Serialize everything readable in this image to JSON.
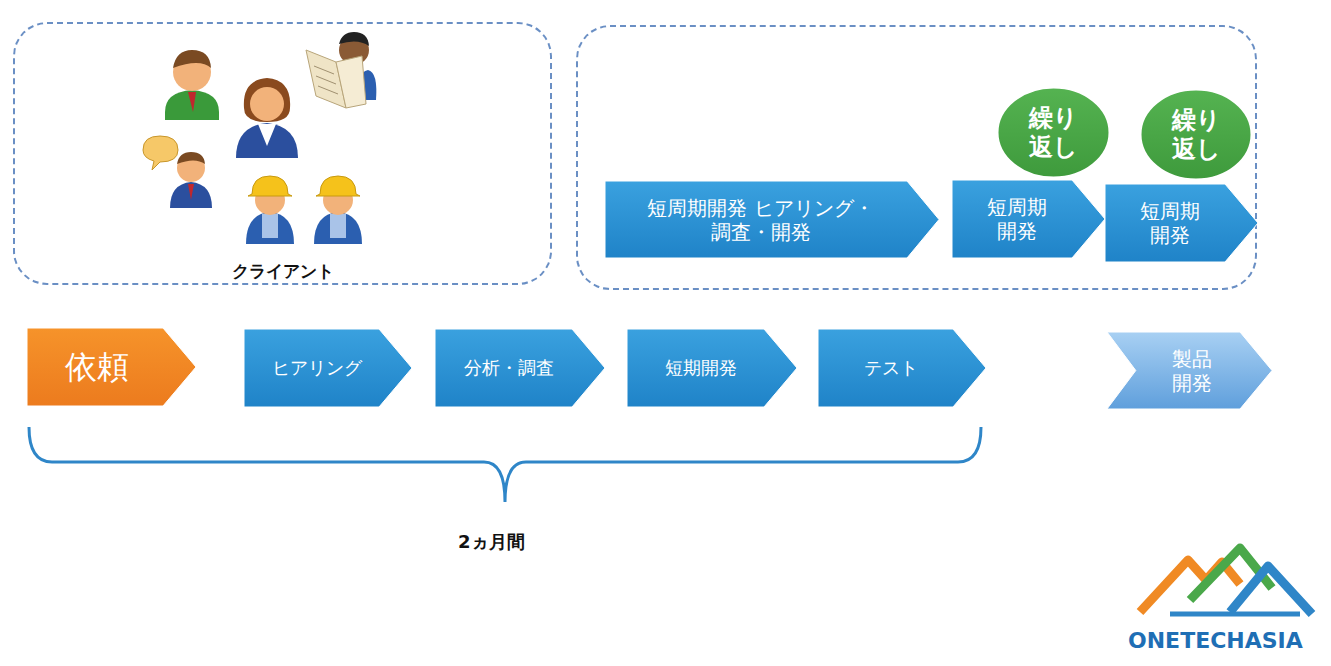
{
  "diagram": {
    "nodes": [
      {
        "text": [
          "クライアント"
        ]
      },
      {
        "text": []
      },
      {
        "text": [
          "短周期開発 ヒアリング・調査・開発"
        ],
        "in": 1
      },
      {
        "text": [
          "短周期 開発"
        ],
        "in": 1
      },
      {
        "text": [
          "繰り 返し"
        ],
        "in": 1
      },
      {
        "text": [
          "短周期 開発"
        ],
        "in": 1
      },
      {
        "text": [
          "繰り 返し"
        ],
        "in": 1
      },
      {
        "text": [
          "依頼"
        ]
      },
      {
        "text": [
          "ヒアリング"
        ]
      },
      {
        "text": [
          "分析・調査"
        ]
      },
      {
        "text": [
          "短期開発"
        ]
      },
      {
        "text": [
          "テスト"
        ]
      },
      {
        "text": [
          "製品 開発"
        ]
      }
    ],
    "labels": [
      "2ヵ月間",
      "ONETECHASIA"
    ]
  }
}
